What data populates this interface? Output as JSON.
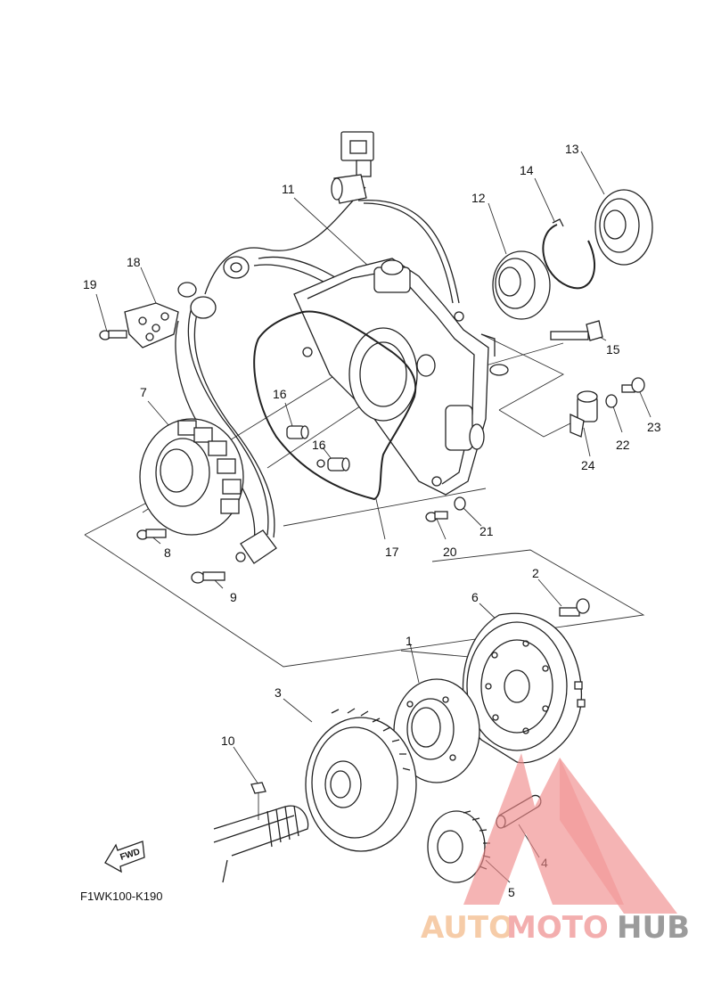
{
  "diagram": {
    "drawing_code": "F1WK100-K190",
    "fwd_label": "FWD",
    "labels": [
      {
        "id": "1",
        "text": "1"
      },
      {
        "id": "2",
        "text": "2"
      },
      {
        "id": "3",
        "text": "3"
      },
      {
        "id": "4",
        "text": "4"
      },
      {
        "id": "5",
        "text": "5"
      },
      {
        "id": "6",
        "text": "6"
      },
      {
        "id": "7",
        "text": "7"
      },
      {
        "id": "8",
        "text": "8"
      },
      {
        "id": "9",
        "text": "9"
      },
      {
        "id": "10",
        "text": "10"
      },
      {
        "id": "11",
        "text": "11"
      },
      {
        "id": "12",
        "text": "12"
      },
      {
        "id": "13",
        "text": "13"
      },
      {
        "id": "14",
        "text": "14"
      },
      {
        "id": "15",
        "text": "15"
      },
      {
        "id": "16a",
        "text": "16"
      },
      {
        "id": "16b",
        "text": "16"
      },
      {
        "id": "17",
        "text": "17"
      },
      {
        "id": "18",
        "text": "18"
      },
      {
        "id": "19",
        "text": "19"
      },
      {
        "id": "20",
        "text": "20"
      },
      {
        "id": "21",
        "text": "21"
      },
      {
        "id": "22",
        "text": "22"
      },
      {
        "id": "23",
        "text": "23"
      },
      {
        "id": "24",
        "text": "24"
      }
    ]
  },
  "watermark": {
    "part1": "AUTO",
    "part2": "MOTO",
    "part3": "HUB",
    "color1": "#f5c49a",
    "color2": "#f2a0a0",
    "color3": "#8a8a8a",
    "logo_color": "#f08a8a"
  }
}
